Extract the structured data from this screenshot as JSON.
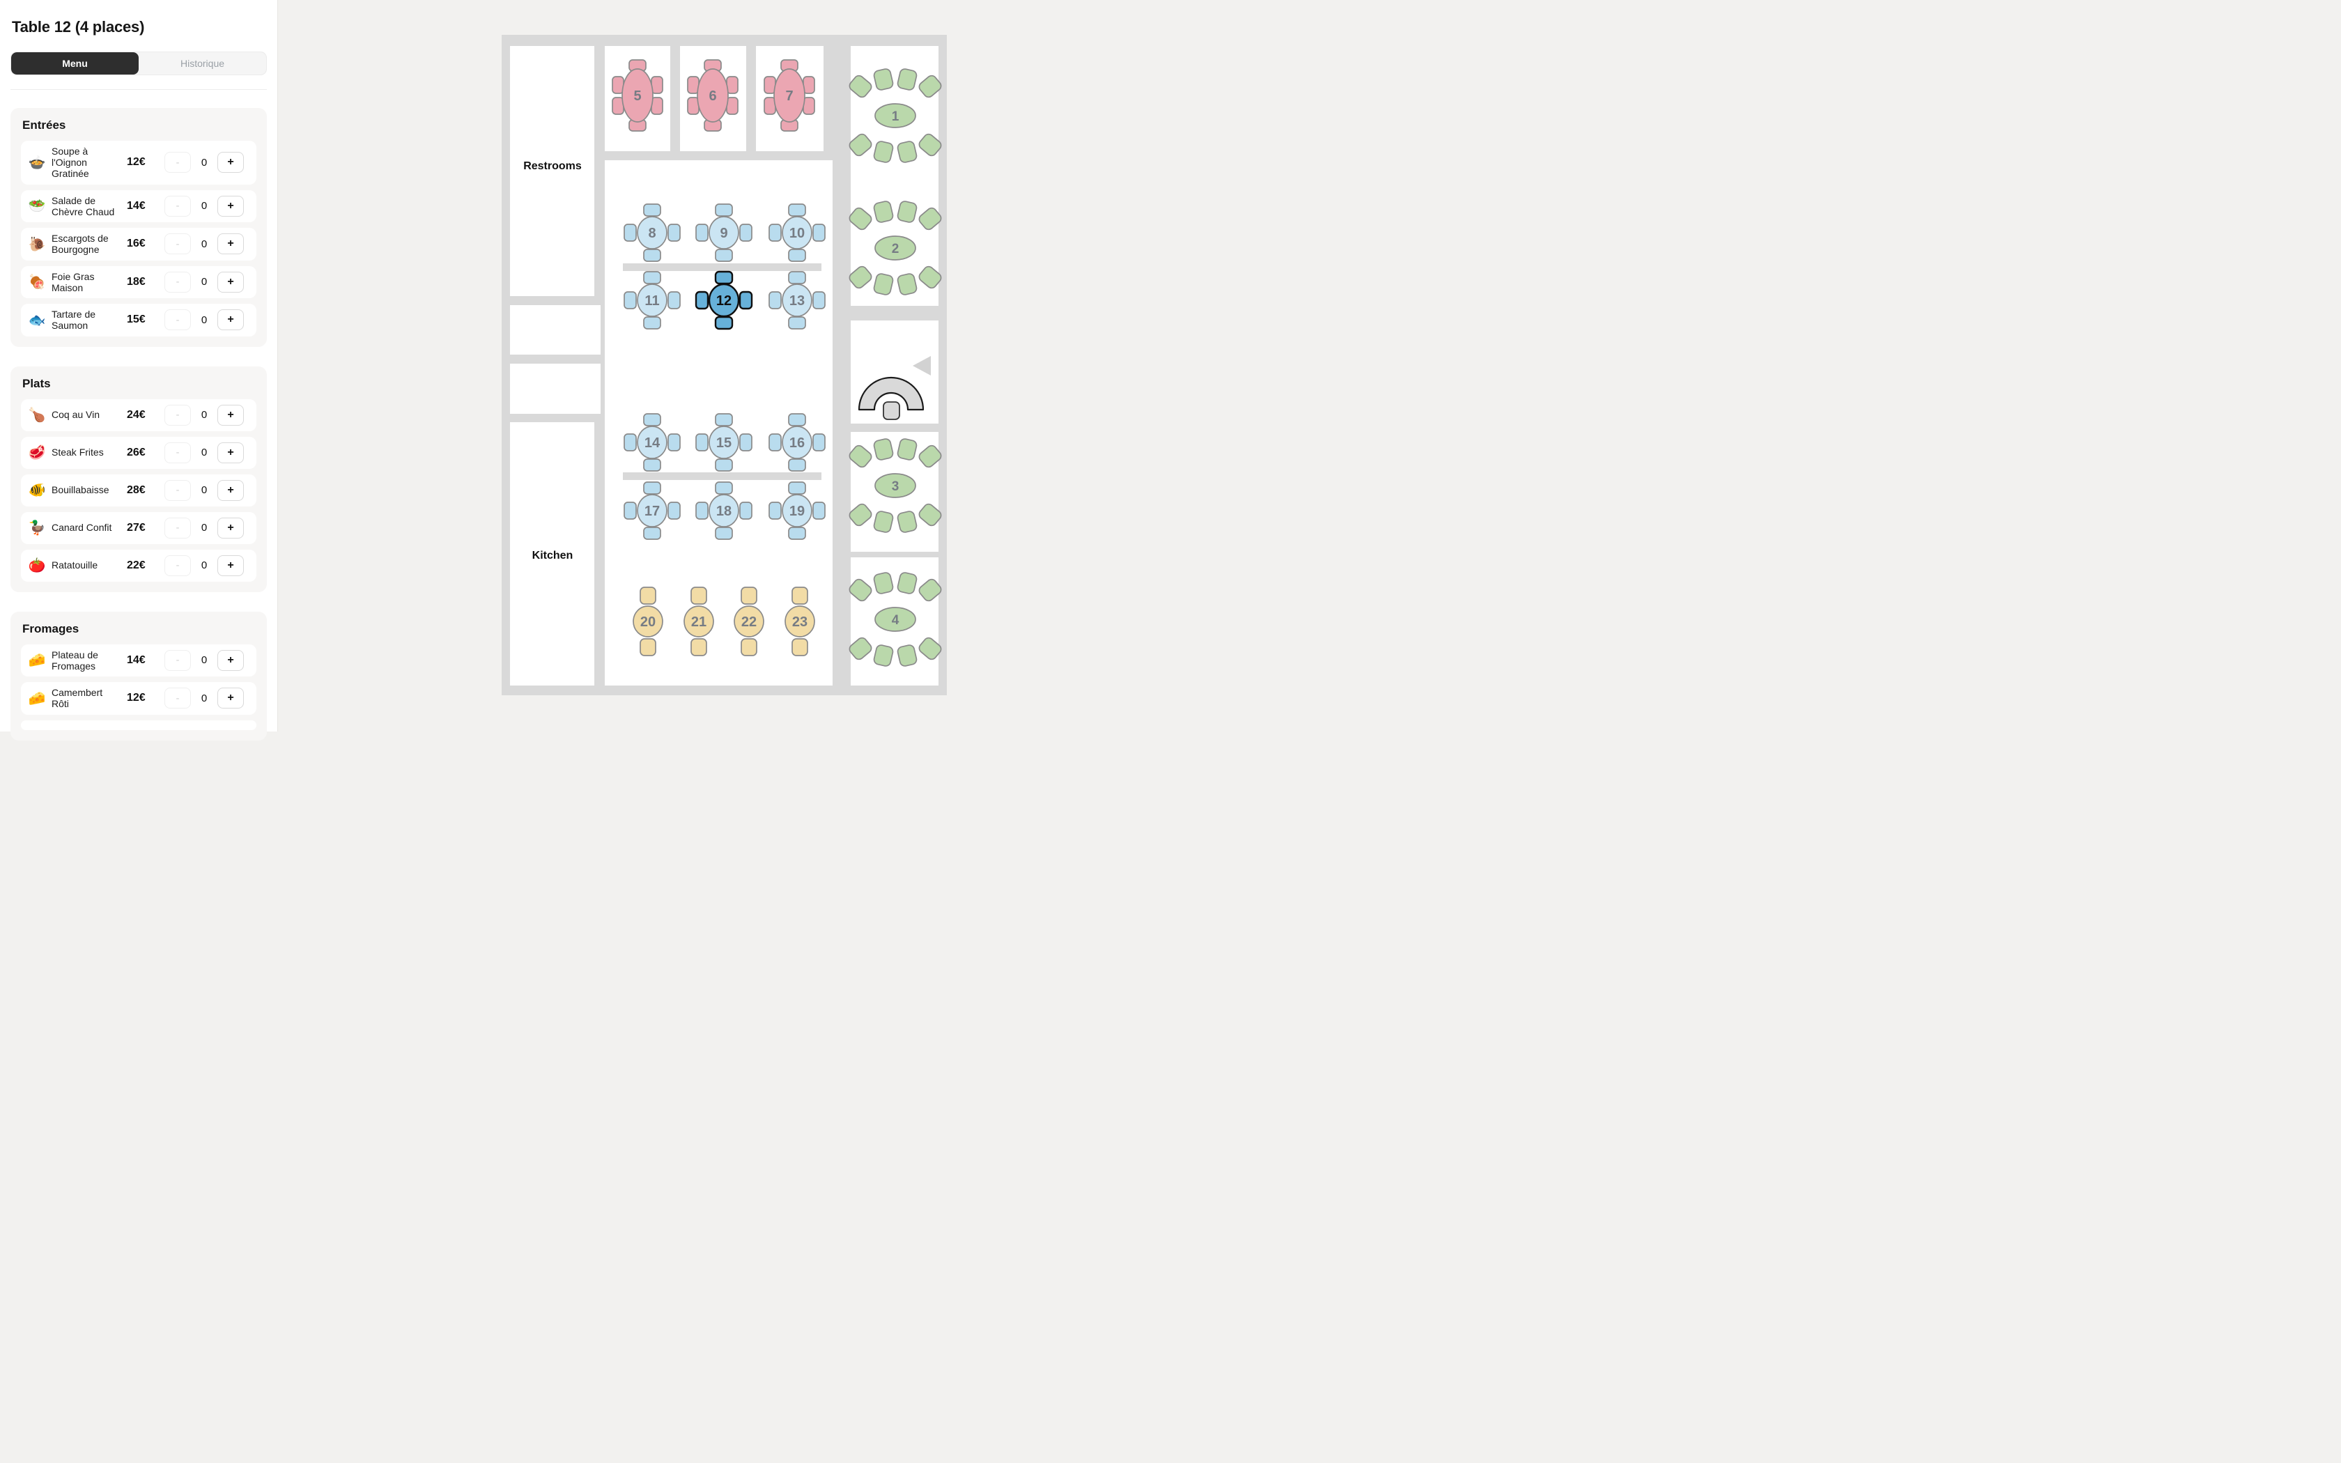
{
  "sidebar": {
    "title": "Table 12 (4 places)",
    "tabs": [
      {
        "label": "Menu",
        "active": true
      },
      {
        "label": "Historique",
        "active": false
      }
    ],
    "sections": [
      {
        "title": "Entrées",
        "items": [
          {
            "emoji": "🍲",
            "name": "Soupe à l'Oignon Gratinée",
            "price": "12€",
            "qty": "0"
          },
          {
            "emoji": "🥗",
            "name": "Salade de Chèvre Chaud",
            "price": "14€",
            "qty": "0"
          },
          {
            "emoji": "🐌",
            "name": "Escargots de Bourgogne",
            "price": "16€",
            "qty": "0"
          },
          {
            "emoji": "🍖",
            "name": "Foie Gras Maison",
            "price": "18€",
            "qty": "0"
          },
          {
            "emoji": "🐟",
            "name": "Tartare de Saumon",
            "price": "15€",
            "qty": "0"
          }
        ]
      },
      {
        "title": "Plats",
        "items": [
          {
            "emoji": "🍗",
            "name": "Coq au Vin",
            "price": "24€",
            "qty": "0"
          },
          {
            "emoji": "🥩",
            "name": "Steak Frites",
            "price": "26€",
            "qty": "0"
          },
          {
            "emoji": "🐠",
            "name": "Bouillabaisse",
            "price": "28€",
            "qty": "0"
          },
          {
            "emoji": "🦆",
            "name": "Canard Confit",
            "price": "27€",
            "qty": "0"
          },
          {
            "emoji": "🍅",
            "name": "Ratatouille",
            "price": "22€",
            "qty": "0"
          }
        ]
      },
      {
        "title": "Fromages",
        "partial_next": true,
        "items": [
          {
            "emoji": "🧀",
            "name": "Plateau de Fromages",
            "price": "14€",
            "qty": "0"
          },
          {
            "emoji": "🧀",
            "name": "Camembert Rôti",
            "price": "12€",
            "qty": "0"
          }
        ]
      }
    ],
    "stepper": {
      "minus": "-",
      "plus": "+"
    }
  },
  "floor_plan": {
    "labels": {
      "restrooms": "Restrooms",
      "kitchen": "Kitchen"
    },
    "selected_table": "12",
    "tables": [
      {
        "number": "1",
        "kind": "green8"
      },
      {
        "number": "2",
        "kind": "green8"
      },
      {
        "number": "3",
        "kind": "green8"
      },
      {
        "number": "4",
        "kind": "green8"
      },
      {
        "number": "5",
        "kind": "pink6"
      },
      {
        "number": "6",
        "kind": "pink6"
      },
      {
        "number": "7",
        "kind": "pink6"
      },
      {
        "number": "8",
        "kind": "blue4"
      },
      {
        "number": "9",
        "kind": "blue4"
      },
      {
        "number": "10",
        "kind": "blue4"
      },
      {
        "number": "11",
        "kind": "blue4"
      },
      {
        "number": "12",
        "kind": "blue4",
        "selected": true
      },
      {
        "number": "13",
        "kind": "blue4"
      },
      {
        "number": "14",
        "kind": "blue4"
      },
      {
        "number": "15",
        "kind": "blue4"
      },
      {
        "number": "16",
        "kind": "blue4"
      },
      {
        "number": "17",
        "kind": "blue4"
      },
      {
        "number": "18",
        "kind": "blue4"
      },
      {
        "number": "19",
        "kind": "blue4"
      },
      {
        "number": "20",
        "kind": "yellow2"
      },
      {
        "number": "21",
        "kind": "yellow2"
      },
      {
        "number": "22",
        "kind": "yellow2"
      },
      {
        "number": "23",
        "kind": "yellow2"
      }
    ]
  },
  "colors": {
    "tab_active_bg": "#2e2e2e",
    "wall": "#d9d9d9",
    "room": "#ffffff",
    "blue_chair": "#b9dcee",
    "blue_table": "#cbe5f3",
    "blue_selected": "#67b1d9",
    "pink": "#eba6b2",
    "green": "#bad8ab",
    "yellow": "#f2dca6",
    "outline": "#8a8a8a",
    "selected_outline": "#0f0f0f",
    "number_gray": "#767c84",
    "door": "#d9d9d9",
    "door_outline": "#1a1a1a",
    "arrow": "#d2d2d2"
  }
}
